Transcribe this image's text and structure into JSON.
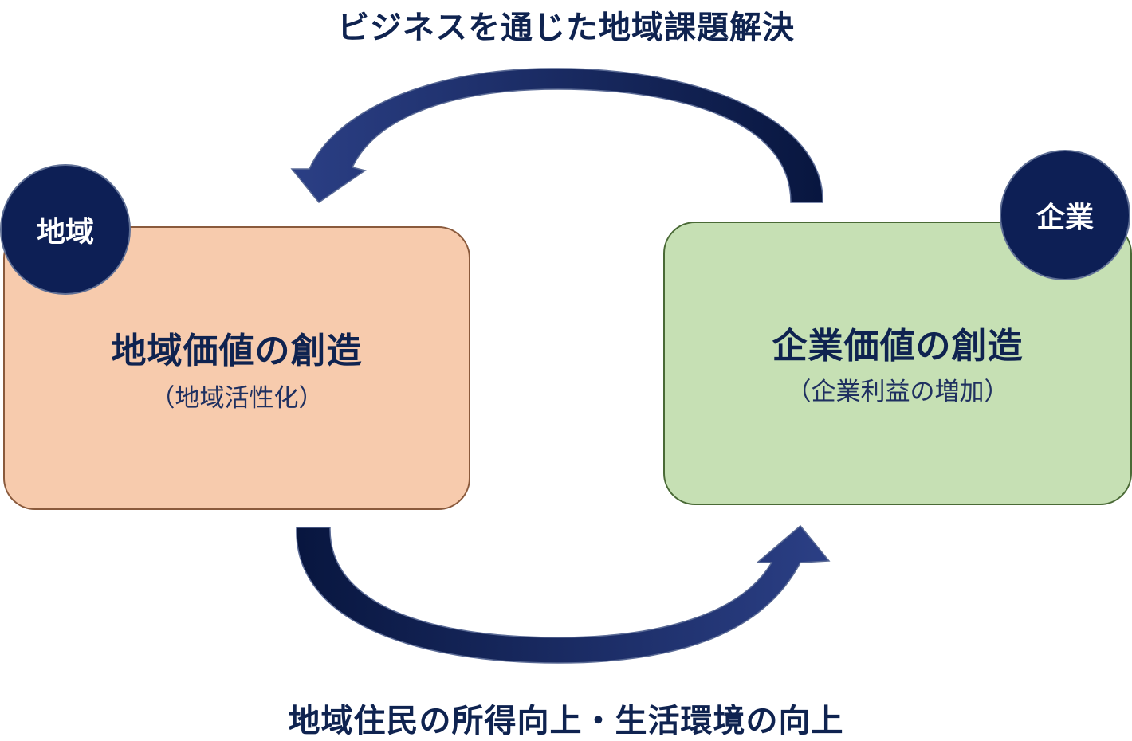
{
  "top_caption": "ビジネスを通じた地域課題解決",
  "bottom_caption": "地域住民の所得向上・生活環境の向上",
  "region": {
    "badge": "地域",
    "title": "地域価値の創造",
    "subtitle": "（地域活性化）",
    "fill": "#f7cbad"
  },
  "company": {
    "badge": "企業",
    "title": "企業価値の創造",
    "subtitle": "（企業利益の増加）",
    "fill": "#c6e0b4"
  },
  "colors": {
    "navy": "#0d1f55",
    "text": "#0f2350"
  }
}
